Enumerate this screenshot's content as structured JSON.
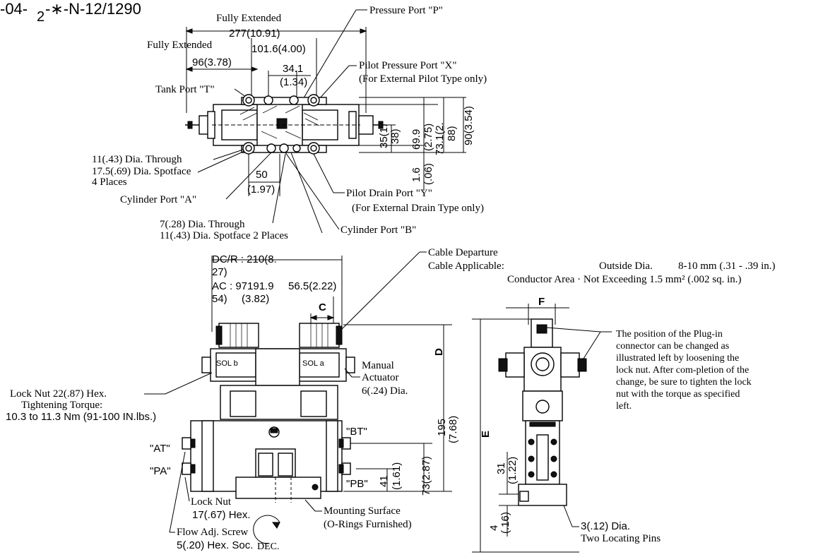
{
  "model_code": {
    "pre": "-04-",
    "sub": "2",
    "post": "-∗-N-12/1290"
  },
  "top_view": {
    "fully_extended_1": "Fully Extended",
    "dim_277": "277(10.91)",
    "fully_extended_2": "Fully Extended",
    "dim_101": "101.6(4.00)",
    "dim_96": "96(3.78)",
    "dim_34": "34.1",
    "dim_34_in": "(1.34)",
    "pressure_port": "Pressure Port \"P\"",
    "pilot_pressure_port": "Pilot Pressure Port \"X\"",
    "pilot_pressure_note": "(For External Pilot Type only)",
    "tank_port": "Tank Port \"T\"",
    "dim_35": "35(1.",
    "dim_35b": "38)",
    "dim_69": "69.9",
    "dim_69_in": "(2.75)",
    "dim_73": "73.1(2.",
    "dim_73b": "88)",
    "dim_90": "90(3.54)",
    "dim_16": "1.6",
    "dim_16_in": "(.06)",
    "hole_through": "11(.43) Dia. Through",
    "hole_spotface": "17.5(.69) Dia. Spotface",
    "hole_places": "4 Places",
    "dim_50": "50",
    "dim_50_in": "(1.97)",
    "cyl_a": "Cylinder Port \"A\"",
    "pilot_drain": "Pilot Drain Port \"Y\"",
    "pilot_drain_note": "(For External Drain Type only)",
    "small_through": "7(.28) Dia. Through",
    "small_spotface": "11(.43) Dia. Spotface  2 Places",
    "cyl_b": "Cylinder Port \"B\""
  },
  "front_view": {
    "dcr_1": "DC/R   :   210(8.",
    "dcr_2": "27)",
    "ac_1": "AC    : 97191.9",
    "ac_overlap": "56.5(2.22)",
    "ac_2": "54)",
    "ac_3": "(3.82)",
    "dim_c": "C",
    "dim_d": "D",
    "cable_departure": "Cable Departure",
    "cable_applicable": "Cable Applicable:",
    "outside_dia": "Outside Dia.",
    "outside_dia_val": "8-10 mm (.31 - .39 in.)",
    "conductor": "Conductor Area · Not Exceeding 1.5 mm² (.002 sq. in.)",
    "sol_b": "SOL b",
    "sol_a": "SOL a",
    "manual_actuator": "Manual",
    "manual_actuator2": "Actuator",
    "manual_dia": "6(.24) Dia.",
    "lock_nut": "Lock Nut  22(.87) Hex.",
    "tightening": "Tightening Torque:",
    "torque_val": "10.3 to 11.3 Nm (91-100 IN.lbs.)",
    "port_at": "\"AT\"",
    "port_pa": "\"PA\"",
    "port_bt": "\"BT\"",
    "port_pb": "\"PB\"",
    "dim_195": "195",
    "dim_195_in": "(7.68)",
    "dim_73": "73(2.87)",
    "dim_41": "41",
    "dim_41_in": "(1.61)",
    "lock_nut2": "Lock Nut",
    "lock_nut2_size": "17(.67) Hex.",
    "flow_adj": "Flow Adj. Screw",
    "flow_adj_size": "5(.20) Hex. Soc.",
    "dec": "DEC.",
    "mounting_surface": "Mounting Surface",
    "orings": "(O-Rings Furnished)"
  },
  "side_view": {
    "dim_f": "F",
    "dim_e": "E",
    "dim_31": "31",
    "dim_31_in": "(1.22)",
    "dim_4": "4",
    "dim_4_in": "(.16)",
    "plug_note_1": "The position   of   the   Plug-in",
    "plug_note_2": "connector   can   be   changed   as",
    "plug_note_3": "illustrated  left  by  loosening  the",
    "plug_note_4": "lock nut. After com-pletion of the",
    "plug_note_5": "change, be sure to tighten the lock",
    "plug_note_6": "nut  with  the  torque  as  specified",
    "plug_note_7": "left.",
    "pins_1": "3(.12) Dia.",
    "pins_2": "Two Locating Pins"
  }
}
